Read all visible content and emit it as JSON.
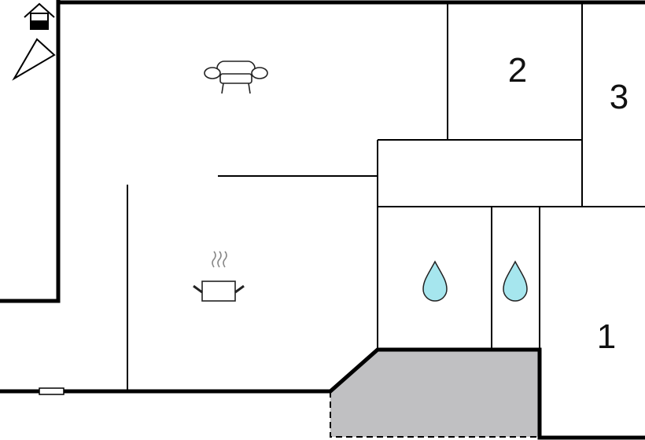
{
  "room_labels": {
    "room1": "1",
    "room2": "2",
    "room3": "3"
  },
  "icons": [
    "entrance-house-icon",
    "north-arrow-icon",
    "sofa-icon",
    "cooking-pot-icon",
    "water-drop-icon",
    "water-drop-icon",
    "window-icon"
  ],
  "colors": {
    "wall": "#000000",
    "terrace_fill": "#c0c0c2",
    "water_drop": "#a6e6ee",
    "background": "#ffffff"
  }
}
